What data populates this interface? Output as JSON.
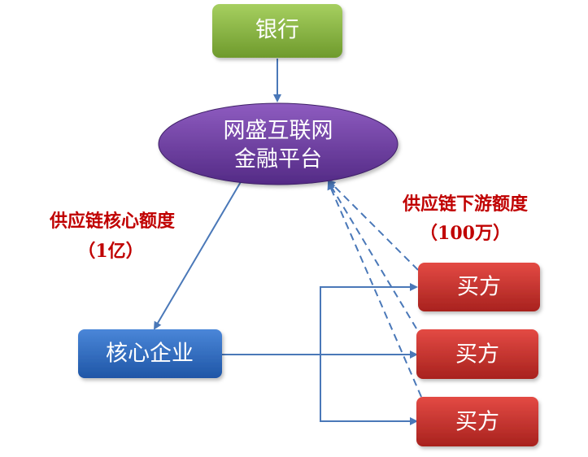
{
  "nodes": {
    "bank": "银行",
    "platform_line1": "网盛互联网",
    "platform_line2": "金融平台",
    "core": "核心企业",
    "buyer1": "买方",
    "buyer2": "买方",
    "buyer3": "买方"
  },
  "labels": {
    "core_quota": "供应链核心额度",
    "core_quota_amount": "（1亿）",
    "downstream_quota": "供应链下游额度",
    "downstream_quota_amount": "（100万）"
  },
  "colors": {
    "bank": "#8bb841",
    "platform": "#6a3d9a",
    "core": "#2e6cc0",
    "buyer": "#c8312d",
    "arrow": "#4a78b8",
    "label": "#c00000"
  }
}
